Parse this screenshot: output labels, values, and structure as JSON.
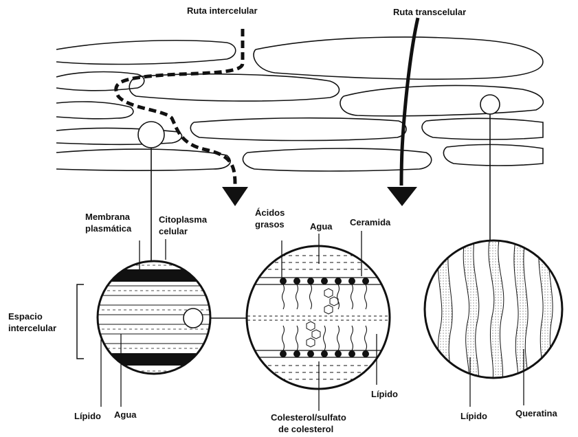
{
  "labels": {
    "route_intercellular": "Ruta intercelular",
    "route_transcellular": "Ruta transcelular",
    "membrane_1": "Membrana",
    "membrane_2": "plasmática",
    "cytoplasm_1": "Citoplasma",
    "cytoplasm_2": "celular",
    "fatty_acids_1": "Ácidos",
    "fatty_acids_2": "grasos",
    "water_top": "Agua",
    "ceramide": "Ceramida",
    "space_1": "Espacio",
    "space_2": "intercelular",
    "lipid_left": "Lípido",
    "water_left": "Agua",
    "lipid_mid": "Lípido",
    "cholesterol_1": "Colesterol/sulfato",
    "cholesterol_2": "de colesterol",
    "lipid_right": "Lípido",
    "keratin": "Queratina"
  },
  "colors": {
    "ink": "#111111",
    "paper": "#ffffff"
  }
}
